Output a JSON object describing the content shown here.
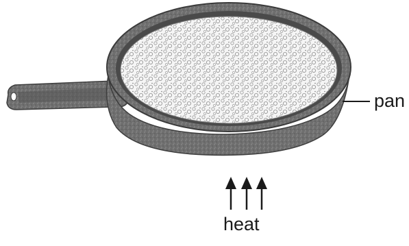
{
  "labels": {
    "pan": "pan",
    "heat": "heat"
  },
  "icons": {
    "pan": "frying-pan-icon",
    "food": "popcorn-kernels-icon",
    "heat_arrows": "up-arrow-icon"
  },
  "heat_arrow_count": 3,
  "colors": {
    "pan_body": "#6f6f6f",
    "pan_shadow": "#3d3d3d",
    "food": "#f4f4f4",
    "ink": "#1a1a1a"
  }
}
